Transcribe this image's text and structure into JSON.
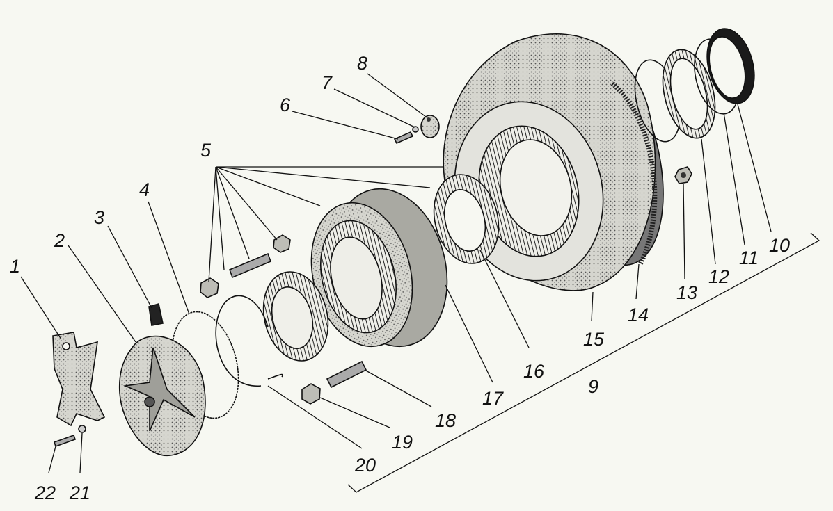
{
  "diagram": {
    "callouts": [
      "1",
      "2",
      "3",
      "4",
      "5",
      "6",
      "7",
      "8",
      "9",
      "10",
      "11",
      "12",
      "13",
      "14",
      "15",
      "16",
      "17",
      "18",
      "19",
      "20",
      "21",
      "22"
    ],
    "colors": {
      "ink": "#111111",
      "paper": "#f7f8f2",
      "shade": "#9c9c96",
      "light": "#d9d9d3"
    }
  }
}
